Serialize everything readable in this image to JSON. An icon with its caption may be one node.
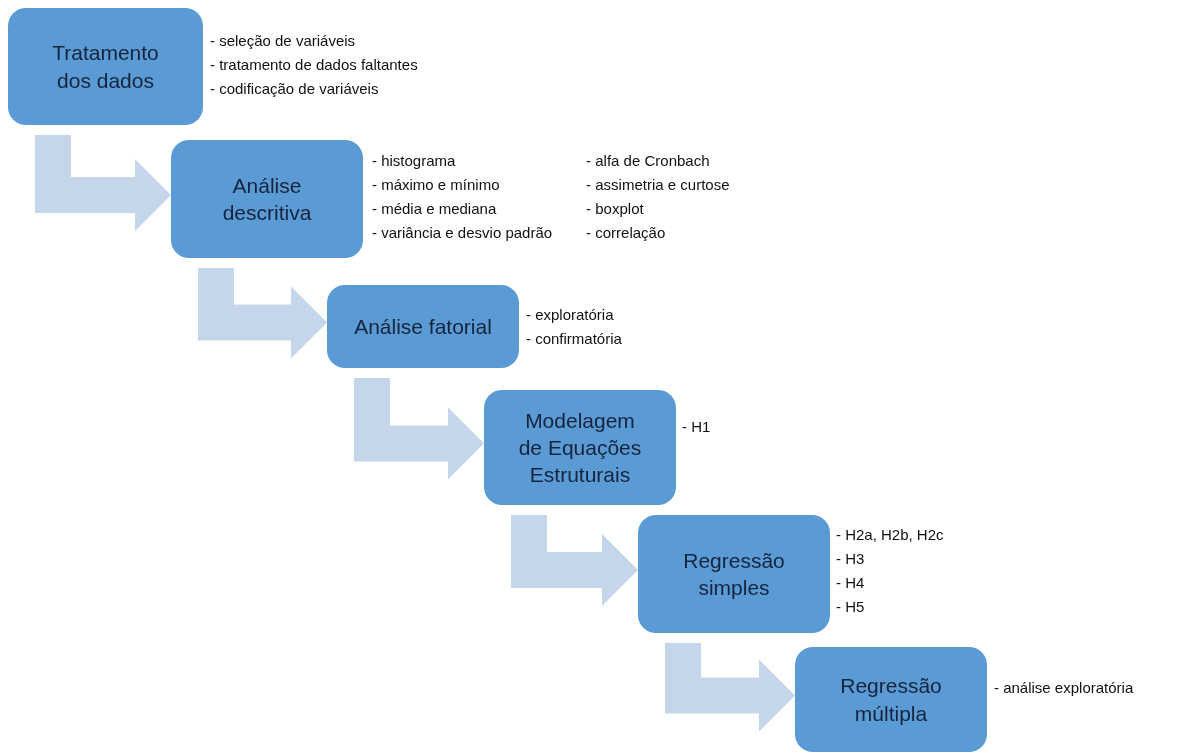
{
  "diagram": {
    "nodes": [
      {
        "text": [
          "Tratamento dos dados"
        ],
        "beside": [
          "- seleção de variáveis",
          "- tratamento de dados faltantes",
          "- codificação de variáveis"
        ]
      },
      {
        "text": [
          "Análise descritiva"
        ],
        "beside": [
          "- histograma",
          "- máximo e mínimo",
          "- média e mediana",
          "- variância e desvio padrão",
          "- alfa de Cronbach",
          "- assimetria e curtose",
          "- boxplot",
          "- correlação"
        ]
      },
      {
        "text": [
          "Análise fatorial"
        ],
        "beside": [
          "- exploratória",
          "- confirmatória"
        ]
      },
      {
        "text": [
          "Modelagem de Equações Estruturais"
        ],
        "beside": [
          "- H1"
        ]
      },
      {
        "text": [
          "Regressão simples"
        ],
        "beside": [
          "- H2a, H2b, H2c",
          "- H3",
          "- H4",
          "- H5"
        ]
      },
      {
        "text": [
          "Regressão múltipla"
        ],
        "beside": [
          "- análise exploratória"
        ]
      }
    ],
    "edges": [
      {
        "from": 0,
        "to": 1,
        "arrow": "to"
      },
      {
        "from": 1,
        "to": 2,
        "arrow": "to"
      },
      {
        "from": 2,
        "to": 3,
        "arrow": "to"
      },
      {
        "from": 3,
        "to": 4,
        "arrow": "to"
      },
      {
        "from": 4,
        "to": 5,
        "arrow": "to"
      }
    ]
  }
}
